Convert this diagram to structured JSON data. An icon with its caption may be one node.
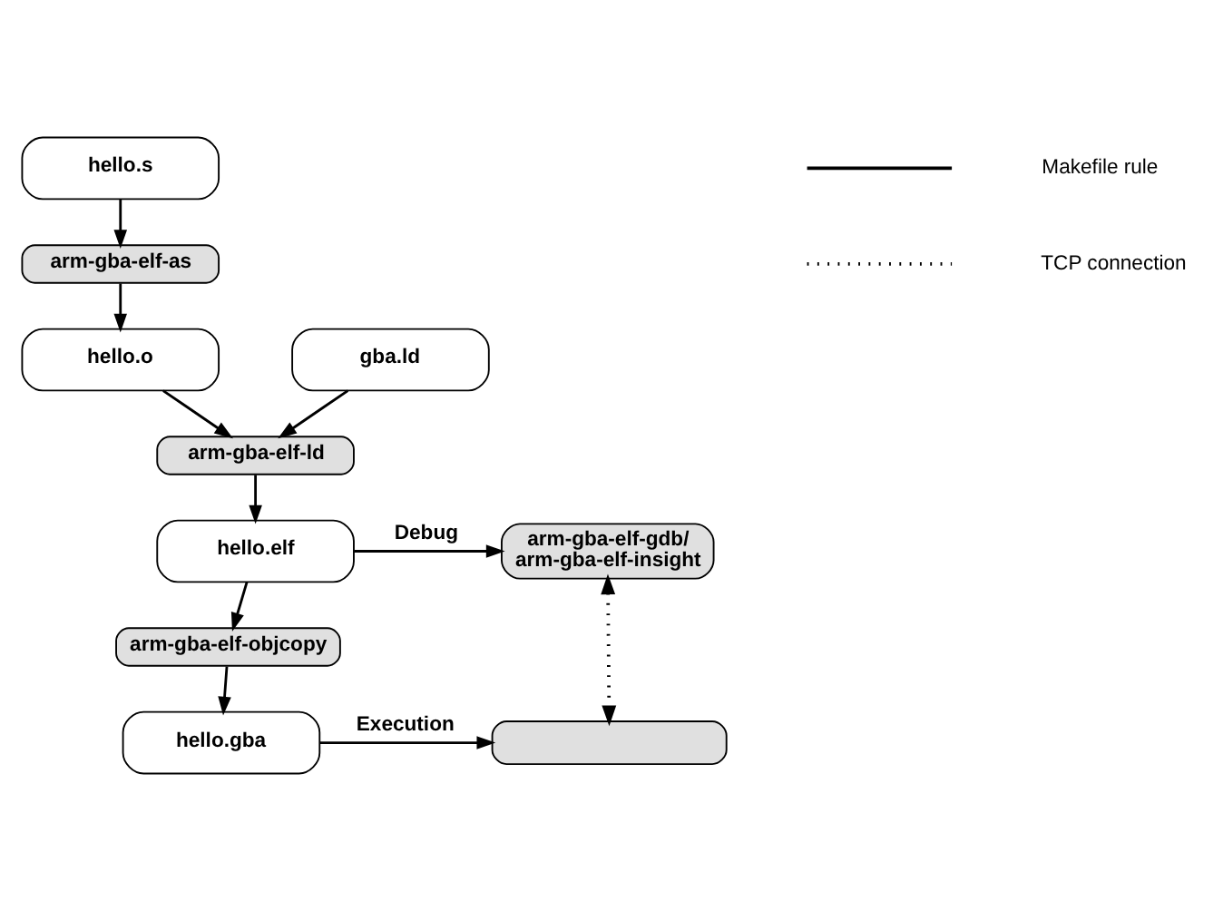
{
  "diagram": {
    "nodes": [
      {
        "text": [
          "hello.s"
        ]
      },
      {
        "text": [
          "arm-gba-elf-as"
        ]
      },
      {
        "text": [
          "hello.o"
        ]
      },
      {
        "text": [
          "gba.ld"
        ]
      },
      {
        "text": [
          "arm-gba-elf-ld"
        ]
      },
      {
        "text": [
          "hello.elf"
        ]
      },
      {
        "text": [
          "arm-gba-elf-gdb/ arm-gba-elf-insight"
        ]
      },
      {
        "text": [
          "arm-gba-elf-objcopy"
        ]
      },
      {
        "text": [
          "hello.gba"
        ]
      },
      {
        "text": [],
        "shape": "box"
      }
    ],
    "edges": [
      {
        "from": 0,
        "to": 1,
        "arrow": "to"
      },
      {
        "from": 1,
        "to": 2,
        "arrow": "to"
      },
      {
        "from": 2,
        "to": 4,
        "arrow": "to"
      },
      {
        "from": 3,
        "to": 4,
        "arrow": "to"
      },
      {
        "from": 4,
        "to": 5,
        "arrow": "to"
      },
      {
        "from": 5,
        "to": 6,
        "arrow": "to",
        "label": "Debug"
      },
      {
        "from": 5,
        "to": 7,
        "arrow": "to"
      },
      {
        "from": 7,
        "to": 8,
        "arrow": "to"
      },
      {
        "from": 8,
        "to": 9,
        "arrow": "to",
        "label": "Execution"
      },
      {
        "from": 6,
        "to": 9,
        "arrow": "both",
        "style": "dashed"
      }
    ],
    "legend": [
      {
        "text": "Makefile rule"
      },
      {
        "text": "TCP connection"
      }
    ]
  }
}
